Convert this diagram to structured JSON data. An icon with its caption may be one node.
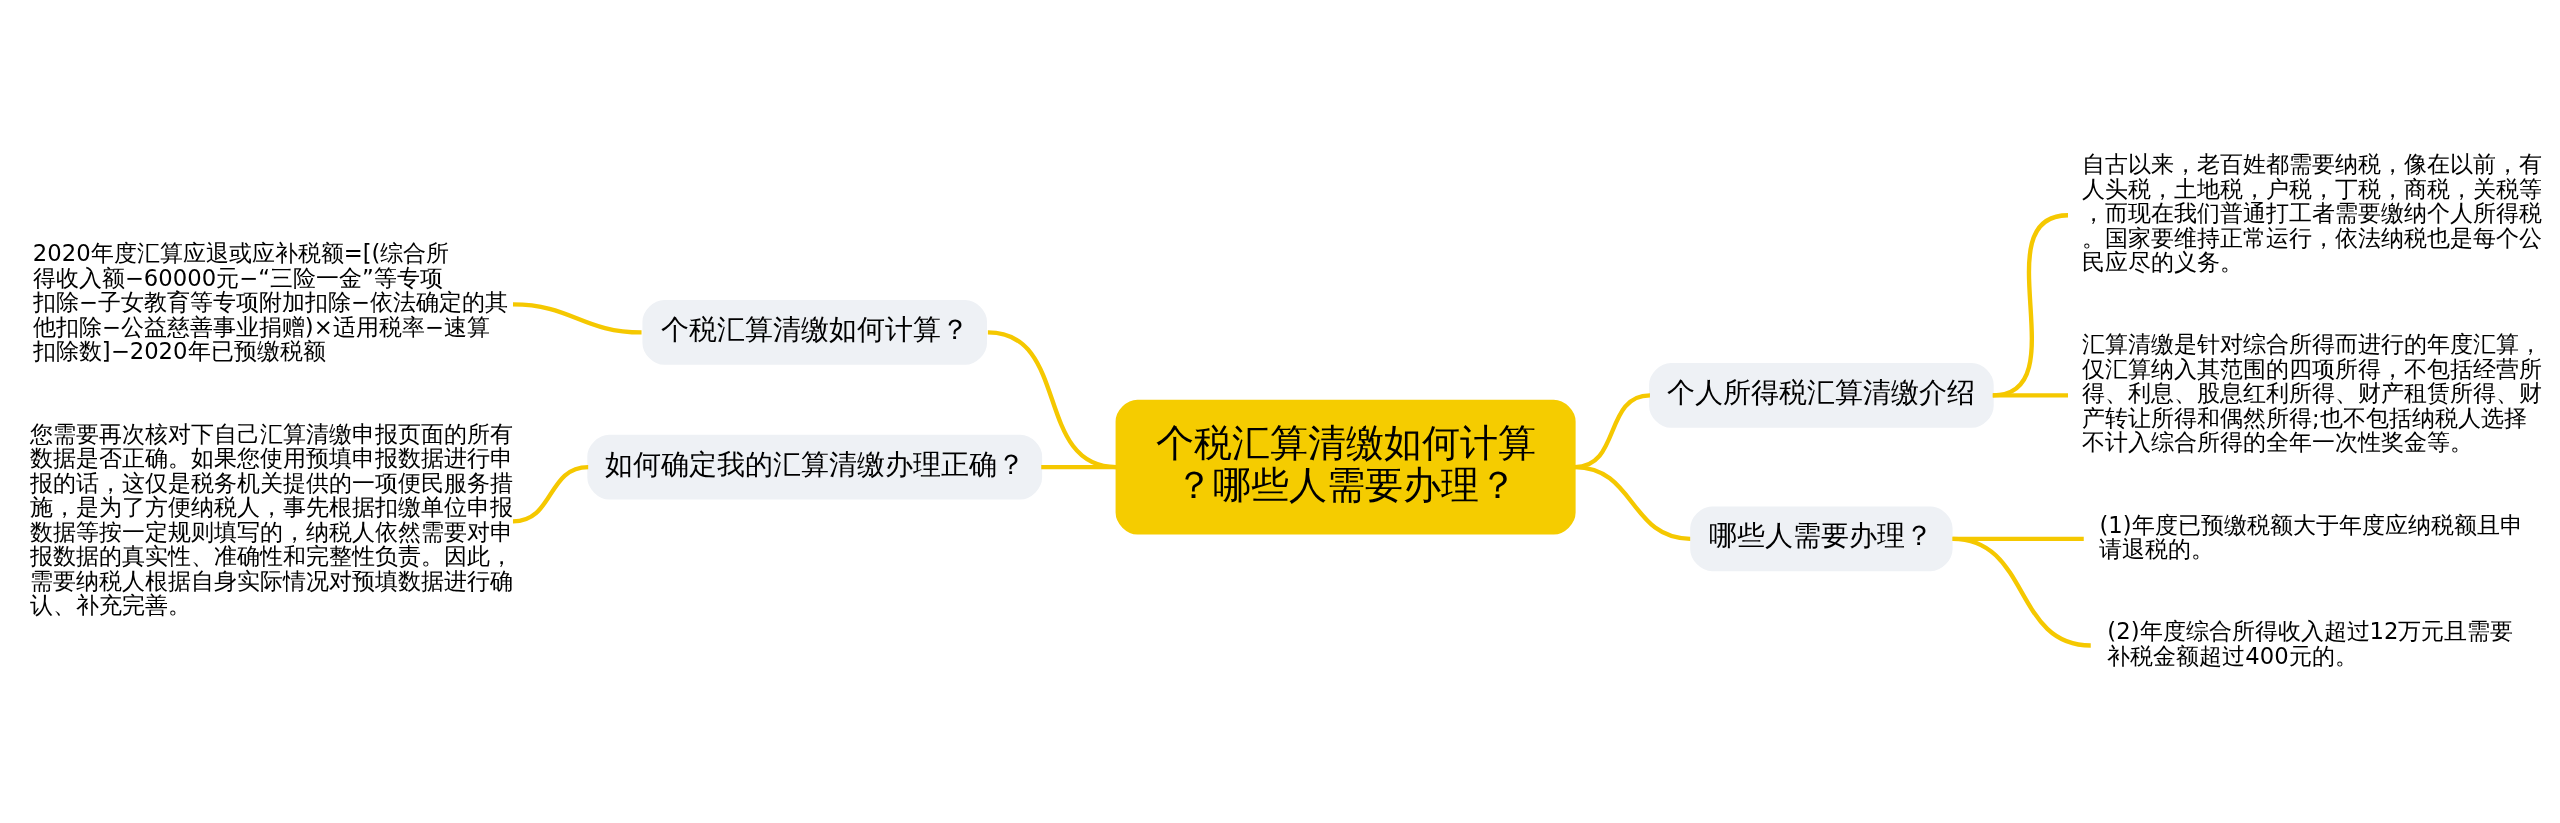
{
  "diagram": {
    "nodes": [
      {
        "text": [
          "个税汇算清缴如何计算？哪些人需要办理？"
        ]
      },
      {
        "text": [
          "个人所得税汇算清缴介绍"
        ]
      },
      {
        "text": [
          "自古以来，老百姓都需要纳税，像在以前，有人头税，土地税，户税，丁税，商税，关税等，而现在我们普通打工者需要缴纳个人所得税。国家要维持正常运行，依法纳税也是每个公民应尽的义务。"
        ]
      },
      {
        "text": [
          "汇算清缴是针对综合所得而进行的年度汇算，仅汇算纳入其范围的四项所得，不包括经营所得、利息、股息红利所得、财产租赁所得、财产转让所得和偶然所得;也不包括纳税人选择不计入综合所得的全年一次性奖金等。"
        ]
      },
      {
        "text": [
          "哪些人需要办理？"
        ]
      },
      {
        "text": [
          "(1)年度已预缴税额大于年度应纳税额且申请退税的。"
        ]
      },
      {
        "text": [
          "(2)年度综合所得收入超过12万元且需要补税金额超过400元的。"
        ]
      },
      {
        "text": [
          "个税汇算清缴如何计算？"
        ]
      },
      {
        "text": [
          "2020年度汇算应退或应补税额=[(综合所得收入额−60000元−“三险一金”等专项扣除−子女教育等专项附加扣除−依法确定的其他扣除−公益慈善事业捐赠)×适用税率−速算扣除数]−2020年已预缴税额"
        ]
      },
      {
        "text": [
          "如何确定我的汇算清缴办理正确？"
        ]
      },
      {
        "text": [
          "您需要再次核对下自己汇算清缴申报页面的所有数据是否正确。如果您使用预填申报数据进行申报的话，这仅是税务机关提供的一项便民服务措施，是为了方便纳税人，事先根据扣缴单位申报数据等按一定规则填写的，纳税人依然需要对申报数据的真实性、准确性和完整性负责。因此，需要纳税人根据自身实际情况对预填数据进行确认、补充完善。"
        ]
      }
    ],
    "edges": [
      {
        "from": 0,
        "to": 1,
        "arrow": "none"
      },
      {
        "from": 1,
        "to": 2,
        "arrow": "none"
      },
      {
        "from": 1,
        "to": 3,
        "arrow": "none"
      },
      {
        "from": 0,
        "to": 4,
        "arrow": "none"
      },
      {
        "from": 4,
        "to": 5,
        "arrow": "none"
      },
      {
        "from": 4,
        "to": 6,
        "arrow": "none"
      },
      {
        "from": 0,
        "to": 7,
        "arrow": "none"
      },
      {
        "from": 7,
        "to": 8,
        "arrow": "none"
      },
      {
        "from": 0,
        "to": 9,
        "arrow": "none"
      },
      {
        "from": 9,
        "to": 10,
        "arrow": "none"
      }
    ]
  }
}
